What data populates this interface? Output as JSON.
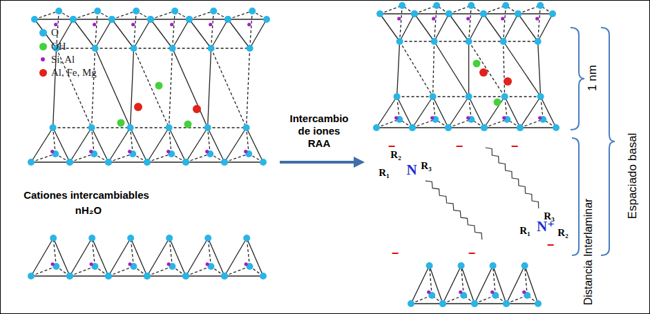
{
  "diagram": {
    "labels": [
      "Cationes intercambiables",
      "nH₂O",
      "Intercambio de iones RAA",
      "R₂",
      "R₁",
      "N",
      "R₃",
      "R₃",
      "R₁",
      "N⁺",
      "R₂",
      "−",
      "−",
      "−",
      "−",
      "−",
      "−",
      "1 nm",
      "Distancia Interlaminar",
      "Espaciado basal"
    ],
    "legend": [
      {
        "text": "O",
        "color": "#29b5e6"
      },
      {
        "text": "OH",
        "color": "#45d13c"
      },
      {
        "text": "Si, Al",
        "color": "#a21fc4"
      },
      {
        "text": "Al, Fe, Mg",
        "color": "#e1221b"
      }
    ]
  }
}
